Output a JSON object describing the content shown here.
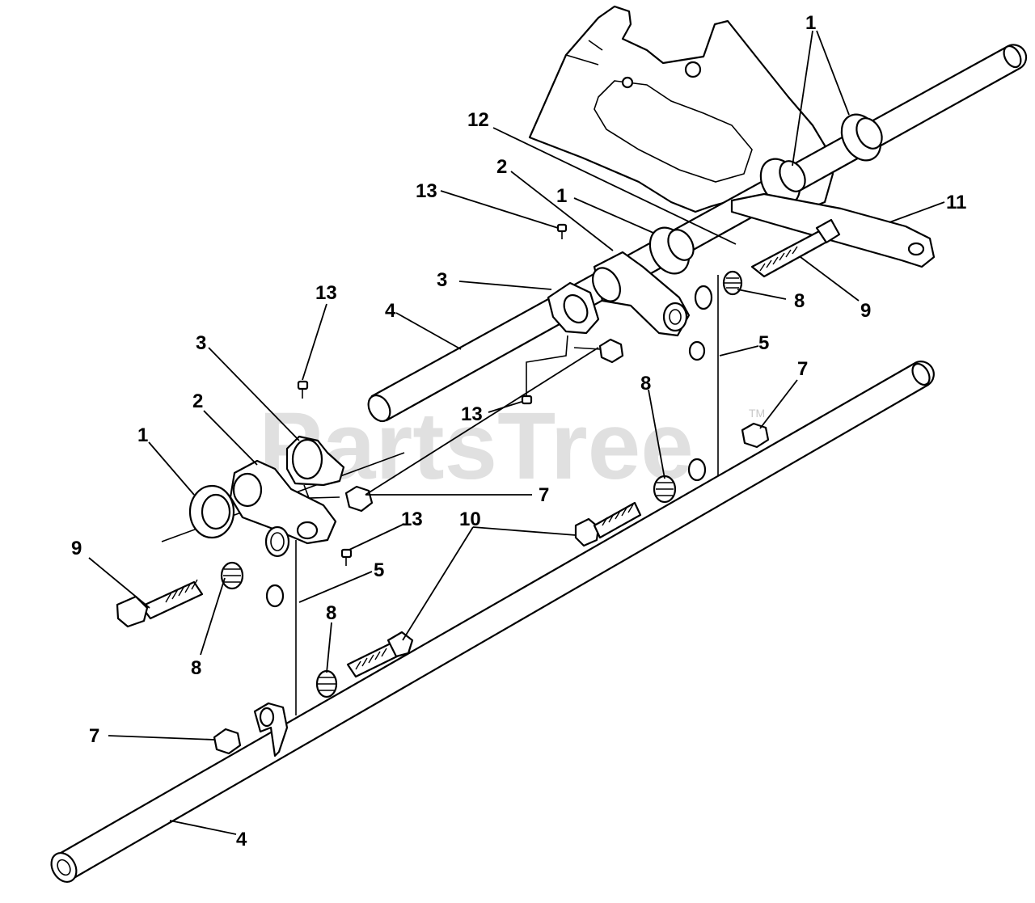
{
  "watermark": {
    "text": "PartsTree",
    "tm": "TM"
  },
  "callouts": [
    {
      "label": "1"
    },
    {
      "label": "12"
    },
    {
      "label": "2"
    },
    {
      "label": "13"
    },
    {
      "label": "1"
    },
    {
      "label": "11"
    },
    {
      "label": "3"
    },
    {
      "label": "8"
    },
    {
      "label": "9"
    },
    {
      "label": "13"
    },
    {
      "label": "4"
    },
    {
      "label": "3"
    },
    {
      "label": "5"
    },
    {
      "label": "8"
    },
    {
      "label": "7"
    },
    {
      "label": "13"
    },
    {
      "label": "2"
    },
    {
      "label": "1"
    },
    {
      "label": "7"
    },
    {
      "label": "13"
    },
    {
      "label": "10"
    },
    {
      "label": "9"
    },
    {
      "label": "5"
    },
    {
      "label": "8"
    },
    {
      "label": "8"
    },
    {
      "label": "7"
    },
    {
      "label": "4"
    }
  ]
}
